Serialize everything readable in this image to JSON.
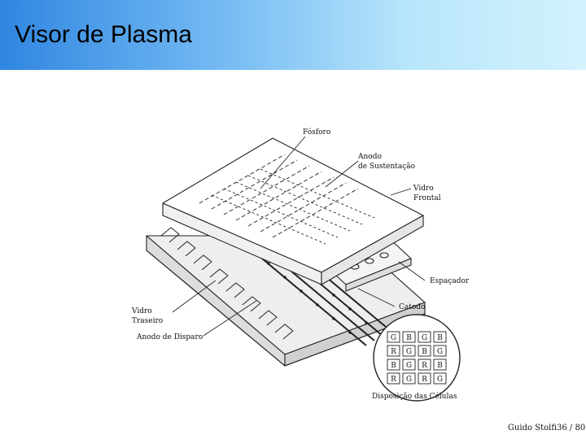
{
  "slide": {
    "title": "Visor de Plasma",
    "footer_author": "Guido Stolfi",
    "footer_page": "36 / 80"
  },
  "diagram": {
    "labels": {
      "fosforo": "Fósforo",
      "anodo_sustentacao_1": "Anodo",
      "anodo_sustentacao_2": "de Sustentação",
      "vidro_frontal_1": "Vidro",
      "vidro_frontal_2": "Frontal",
      "espacador": "Espaçador",
      "catodo": "Catodo",
      "vidro_traseiro_1": "Vidro",
      "vidro_traseiro_2": "Traseiro",
      "anodo_disparo": "Anodo de Disparo",
      "disposicao": "Disposição das Células"
    },
    "cell_grid": [
      [
        "G",
        "B",
        "G",
        "B"
      ],
      [
        "R",
        "G",
        "B",
        "G"
      ],
      [
        "B",
        "G",
        "R",
        "B"
      ],
      [
        "R",
        "G",
        "R",
        "G"
      ]
    ]
  },
  "colors": {
    "title_gradient_start": "#2f86e0",
    "title_gradient_end": "#d3f2fd",
    "line": "#222222"
  }
}
